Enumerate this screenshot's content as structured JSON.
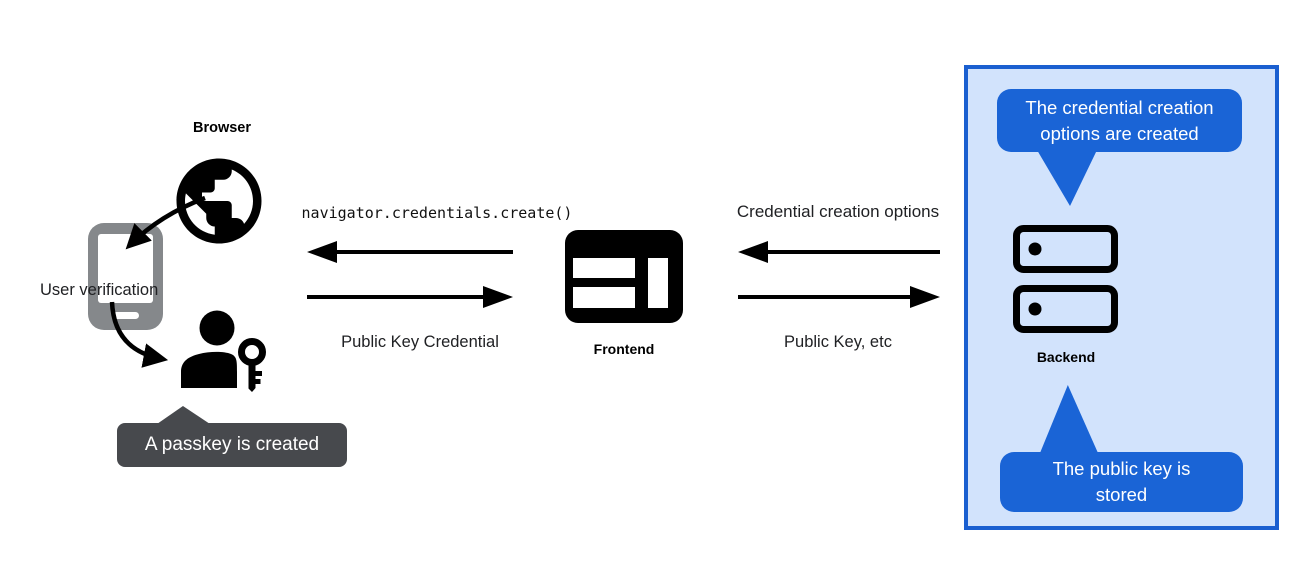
{
  "colors": {
    "bubble_blue": "#1a64d6",
    "panel_border": "#1a5fd0",
    "panel_fill": "#d2e3fc",
    "tooltip_gray": "#47494d",
    "phone_gray": "#85888b",
    "ink": "#202124",
    "icon_black": "#000000",
    "white": "#ffffff"
  },
  "left_group": {
    "browser_label": "Browser",
    "user_verification_label": "User verification",
    "passkey_tooltip": "A passkey is created",
    "icons": {
      "globe": "globe-icon",
      "phone": "smartphone-icon",
      "person_key": "user-with-key-icon"
    }
  },
  "frontend": {
    "label": "Frontend",
    "icon": "browser-window-icon"
  },
  "backend": {
    "label": "Backend",
    "icon": "server-stack-icon",
    "top_bubble": {
      "line1": "The credential creation",
      "line2": "options are created"
    },
    "bottom_bubble": {
      "line1": "The public key is",
      "line2": "stored"
    }
  },
  "messages": {
    "create_call": "navigator.credentials.create()",
    "public_key_credential": "Public Key Credential",
    "credential_creation_options": "Credential creation options",
    "public_key_etc": "Public Key, etc"
  }
}
